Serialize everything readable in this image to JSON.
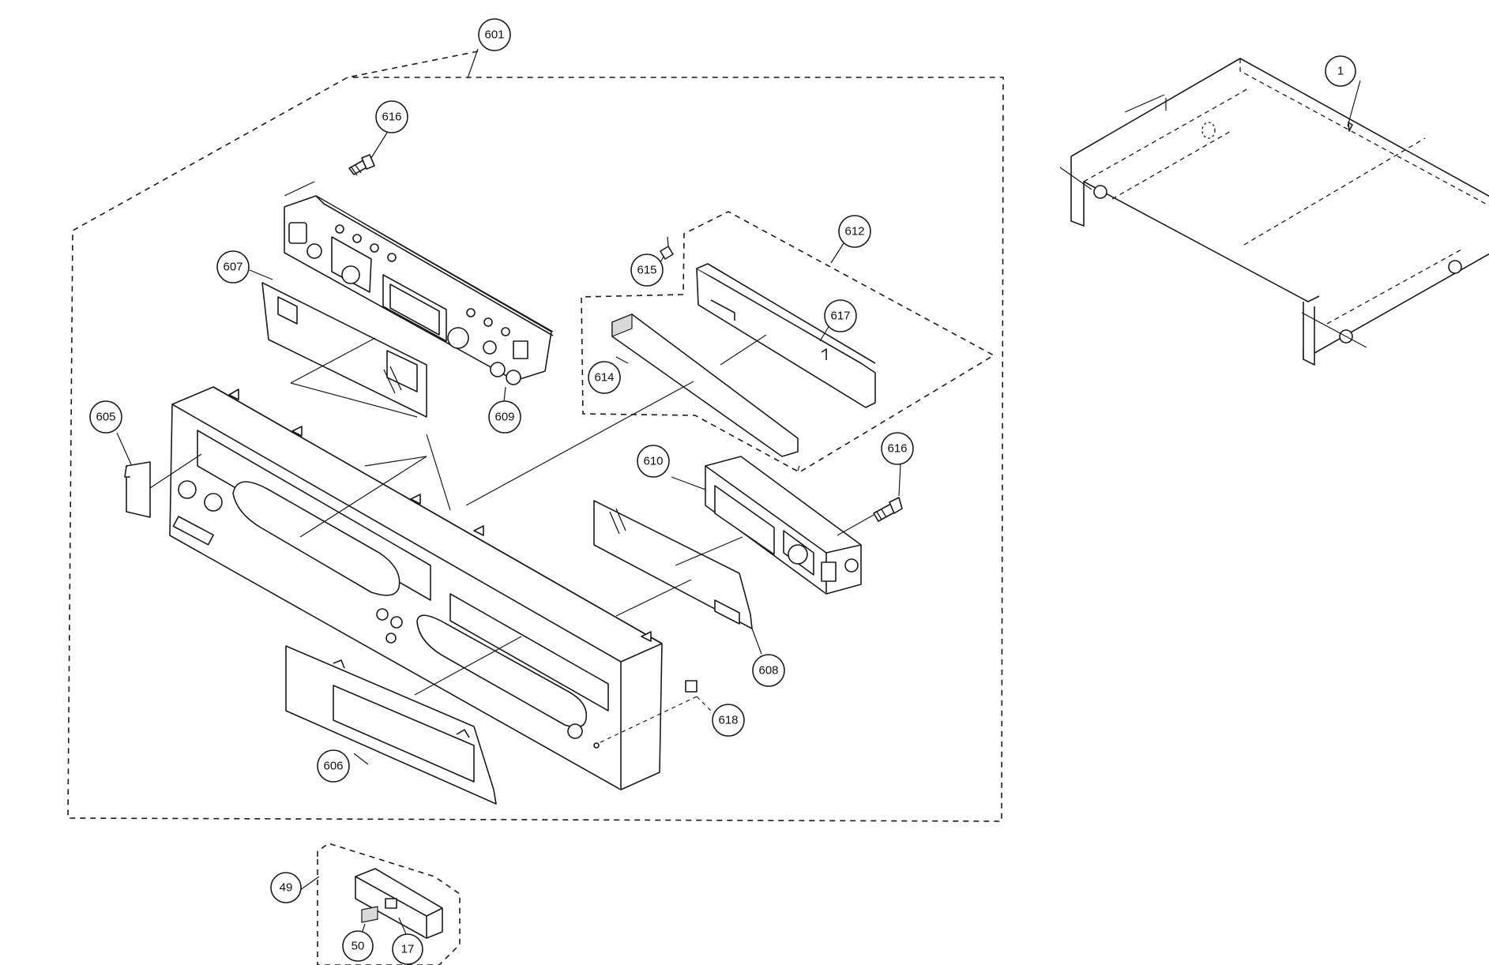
{
  "diagram": {
    "callouts": {
      "c601": "601",
      "c616a": "616",
      "c607": "607",
      "c609": "609",
      "c605": "605",
      "c615": "615",
      "c612": "612",
      "c617": "617",
      "c614": "614",
      "c610": "610",
      "c616b": "616",
      "c608": "608",
      "c606": "606",
      "c618": "618",
      "c49": "49",
      "c50": "50",
      "c17": "17",
      "c1": "1"
    }
  }
}
